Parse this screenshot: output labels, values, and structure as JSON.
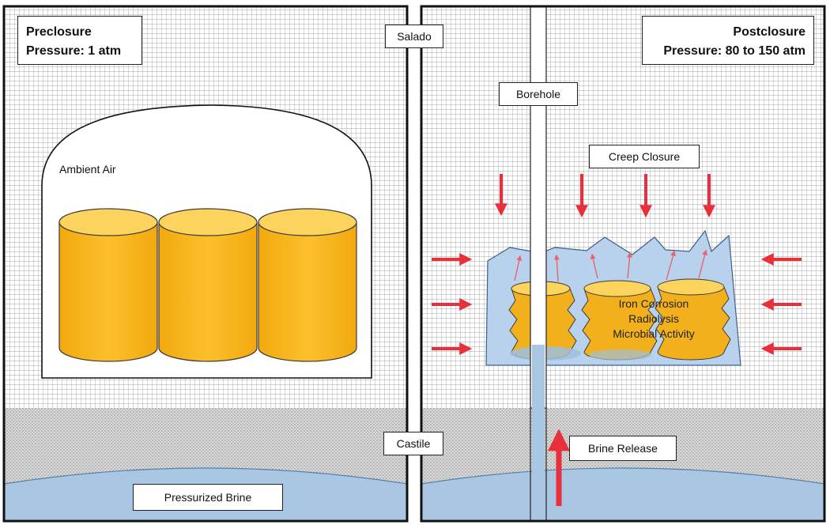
{
  "preclosure": {
    "title": "Preclosure",
    "pressure": "Pressure: 1 atm",
    "air_label": "Ambient Air"
  },
  "postclosure": {
    "title": "Postclosure",
    "pressure": "Pressure: 80 to 150 atm"
  },
  "labels": {
    "salado": "Salado",
    "borehole": "Borehole",
    "creep": "Creep Closure",
    "castile": "Castile",
    "brine_release": "Brine Release",
    "pressurized_brine": "Pressurized Brine"
  },
  "processes": [
    "Iron Corrosion",
    "Radiolysis",
    "Microbial Activity"
  ],
  "colors": {
    "drum_fill": "#F7B518",
    "drum_top": "#FCD35C",
    "drum_outline": "#3a3a3a",
    "brine": "#A9C7E3",
    "salado_grid": "#9a9a9a",
    "castile_stipple": "#b9b9b9",
    "arrow": "#E8303C",
    "gas": "#B8D2EE"
  }
}
